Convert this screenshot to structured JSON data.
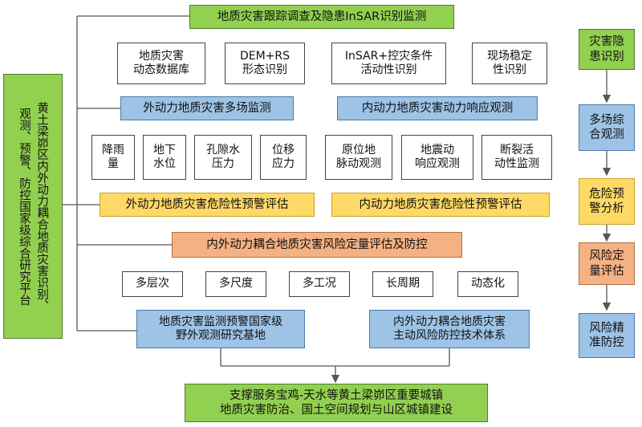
{
  "left_platform": {
    "line1": "黄土梁峁区内外动力耦合地质灾害识别、",
    "line2": "观测、预警、防控国家级综合研究平台"
  },
  "row1": {
    "title": "地质灾害跟踪调查及隐患InSAR识别监测"
  },
  "row2": {
    "items": [
      "地质灾害\n动态数据库",
      "DEM+RS\n形态识别",
      "InSAR+控灾条件\n活动性识别",
      "现场稳定\n性识别"
    ]
  },
  "row3": {
    "left": "外动力地质灾害多场监测",
    "right": "内动力地质灾害动力响应观测"
  },
  "row4": {
    "items": [
      "降雨\n量",
      "地下\n水位",
      "孔隙水\n压力",
      "位移\n应力",
      "原位地\n脉动观测",
      "地震动\n响应观测",
      "断裂活\n动性监测"
    ]
  },
  "row5": {
    "left": "外动力地质灾害危险性预警评估",
    "right": "内动力地质灾害危险性预警评估"
  },
  "row6": {
    "title": "内外动力耦合地质灾害风险定量评估及防控"
  },
  "row7": {
    "items": [
      "多层次",
      "多尺度",
      "多工况",
      "长周期",
      "动态化"
    ]
  },
  "row8": {
    "left": "地质灾害监测预警国家级\n野外观测研究基地",
    "right": "内外动力耦合地质灾害\n主动风险防控技术体系"
  },
  "bottom": {
    "text": "支撑服务宝鸡-天水等黄土梁峁区重要城镇\n地质灾害防治、国土空间规划与山区城镇建设"
  },
  "right_flow": {
    "items": [
      "灾害隐\n患识别",
      "多场综\n合观测",
      "危险预\n警分析",
      "风险定\n量评估",
      "风险精\n准防控"
    ]
  },
  "colors": {
    "green": "#92d050",
    "blue": "#9dc3e6",
    "yellow": "#ffd966",
    "orange": "#f4b183",
    "line": "#555555"
  }
}
